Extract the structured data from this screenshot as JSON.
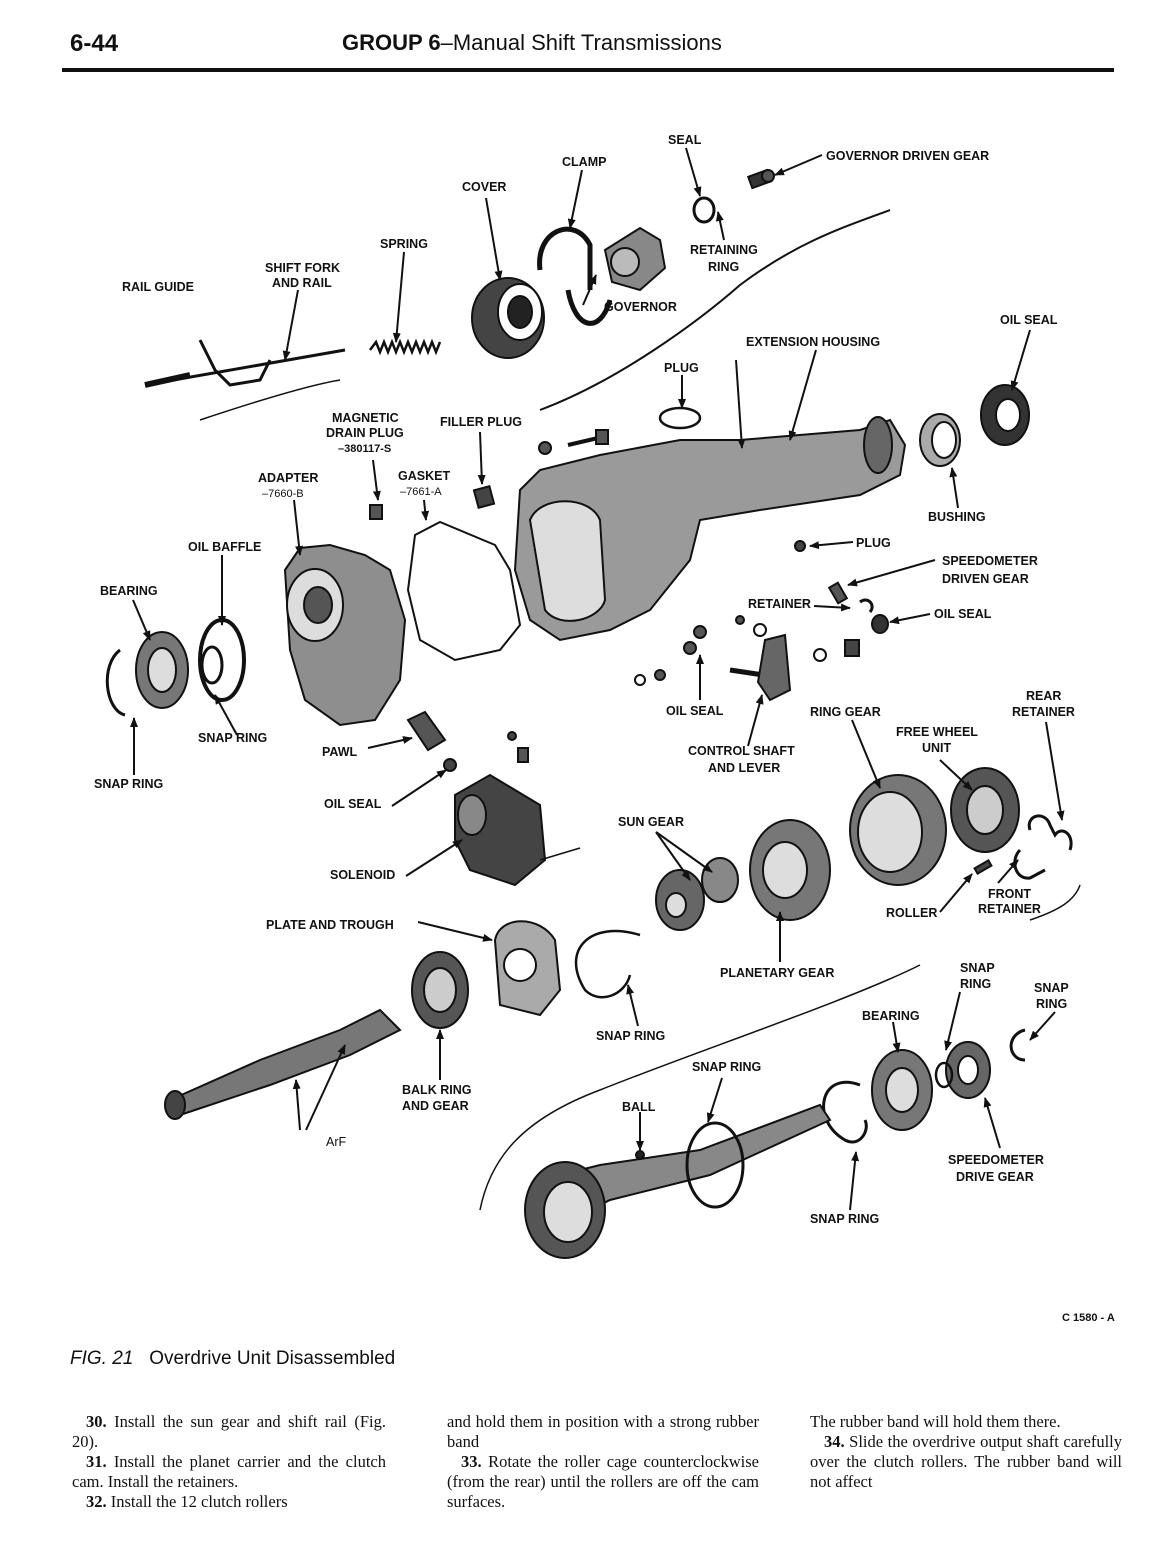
{
  "header": {
    "page_number": "6-44",
    "group": "GROUP 6",
    "title": "–Manual Shift Transmissions"
  },
  "labels": {
    "seal": "SEAL",
    "clamp": "CLAMP",
    "governor_driven_gear": "GOVERNOR DRIVEN GEAR",
    "cover": "COVER",
    "spring": "SPRING",
    "retaining_ring_1": "RETAINING",
    "retaining_ring_2": "RING",
    "shift_fork_1": "SHIFT FORK",
    "shift_fork_2": "AND RAIL",
    "rail_guide": "RAIL GUIDE",
    "governor": "GOVERNOR",
    "oil_seal_top": "OIL SEAL",
    "extension_housing": "EXTENSION HOUSING",
    "plug_top": "PLUG",
    "magnetic_1": "MAGNETIC",
    "magnetic_2": "DRAIN PLUG",
    "magnetic_3": "–380117-S",
    "filler_plug": "FILLER PLUG",
    "adapter": "ADAPTER",
    "adapter_num": "–7660-B",
    "gasket": "GASKET",
    "gasket_num": "–7661-A",
    "bushing": "BUSHING",
    "oil_baffle": "OIL BAFFLE",
    "plug_mid": "PLUG",
    "speedo_driven_1": "SPEEDOMETER",
    "speedo_driven_2": "DRIVEN GEAR",
    "bearing_left": "BEARING",
    "retainer": "RETAINER",
    "oil_seal_right": "OIL SEAL",
    "rear_retainer_1": "REAR",
    "rear_retainer_2": "RETAINER",
    "oil_seal_mid": "OIL SEAL",
    "ring_gear": "RING GEAR",
    "free_wheel_1": "FREE WHEEL",
    "free_wheel_2": "UNIT",
    "snap_ring_left": "SNAP RING",
    "pawl": "PAWL",
    "control_shaft_1": "CONTROL SHAFT",
    "control_shaft_2": "AND LEVER",
    "snap_ring_far_left": "SNAP RING",
    "oil_seal_low": "OIL SEAL",
    "sun_gear": "SUN GEAR",
    "solenoid": "SOLENOID",
    "front_retainer_1": "FRONT",
    "front_retainer_2": "RETAINER",
    "roller": "ROLLER",
    "plate_trough": "PLATE AND TROUGH",
    "planetary_gear": "PLANETARY GEAR",
    "snap_ring_r1_1": "SNAP",
    "snap_ring_r1_2": "RING",
    "snap_ring_r2_1": "SNAP",
    "snap_ring_r2_2": "RING",
    "bearing_right": "BEARING",
    "snap_ring_center": "SNAP RING",
    "snap_ring_mid": "SNAP RING",
    "balk_ring_1": "BALK RING",
    "balk_ring_2": "AND GEAR",
    "ball": "BALL",
    "speedo_drive_1": "SPEEDOMETER",
    "speedo_drive_2": "DRIVE GEAR",
    "snap_ring_bottom": "SNAP RING",
    "arf": "ArF"
  },
  "figure": {
    "code": "C 1580 - A",
    "number": "FIG. 21",
    "caption": "Overdrive Unit Disassembled"
  },
  "body": {
    "col1": [
      {
        "num": "30.",
        "text": "Install the sun gear and shift rail (Fig. 20)."
      },
      {
        "num": "31.",
        "text": "Install the planet carrier and the clutch cam. Install the retainers."
      },
      {
        "num": "32.",
        "text": "Install the 12 clutch rollers"
      }
    ],
    "col2": [
      {
        "num": "",
        "text": "and hold them in position with a strong rubber band"
      },
      {
        "num": "33.",
        "text": "Rotate the roller cage counterclockwise (from the rear) until the rollers are off the cam surfaces."
      }
    ],
    "col3": [
      {
        "num": "",
        "text": "The rubber band will hold them there."
      },
      {
        "num": "34.",
        "text": "Slide the overdrive output shaft carefully over the clutch rollers. The rubber band will not affect"
      }
    ]
  }
}
